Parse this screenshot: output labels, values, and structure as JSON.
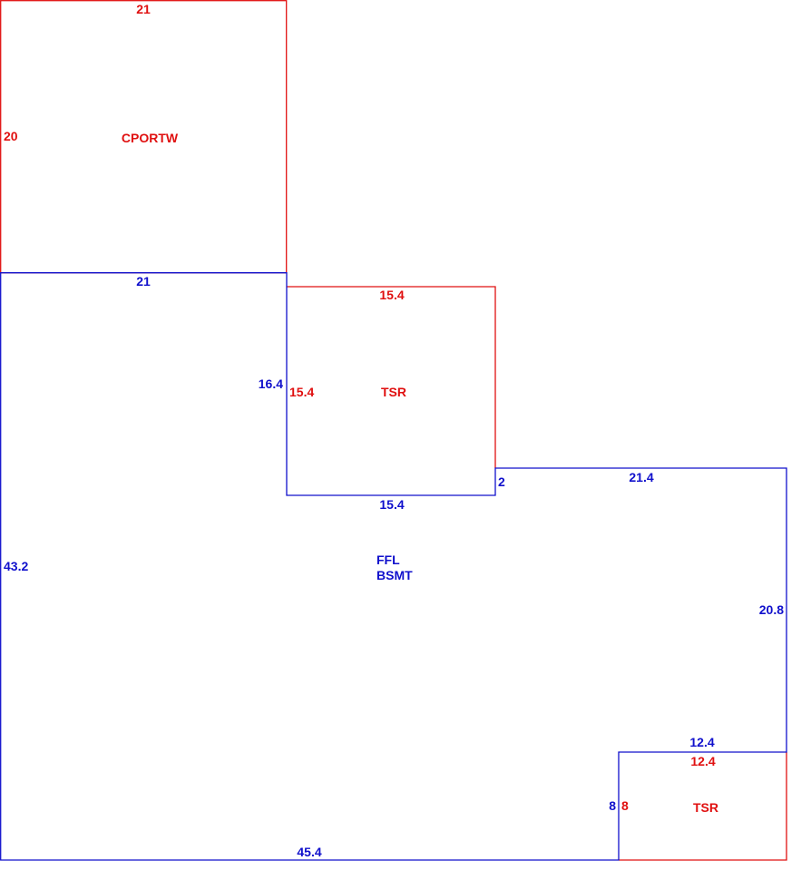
{
  "colors": {
    "main_area": "#1010cc",
    "sub_area": "#e01010",
    "background": "#ffffff"
  },
  "areas": {
    "cportw": {
      "label": "CPORTW",
      "dims": {
        "top": "21",
        "left": "20"
      }
    },
    "tsr_upper": {
      "label": "TSR",
      "dims": {
        "top": "15.4",
        "left": "15.4"
      }
    },
    "tsr_lower": {
      "label": "TSR",
      "dims": {
        "top": "12.4",
        "left": "8"
      }
    },
    "ffl_bsmt": {
      "label_line1": "FFL",
      "label_line2": "BSMT",
      "dims": {
        "top": "21",
        "notch_left": "16.4",
        "notch_bottom": "15.4",
        "step": "2",
        "right_top": "21.4",
        "right": "20.8",
        "lower_step_top": "12.4",
        "lower_step_left": "8",
        "bottom": "45.4",
        "left": "43.2"
      }
    }
  }
}
